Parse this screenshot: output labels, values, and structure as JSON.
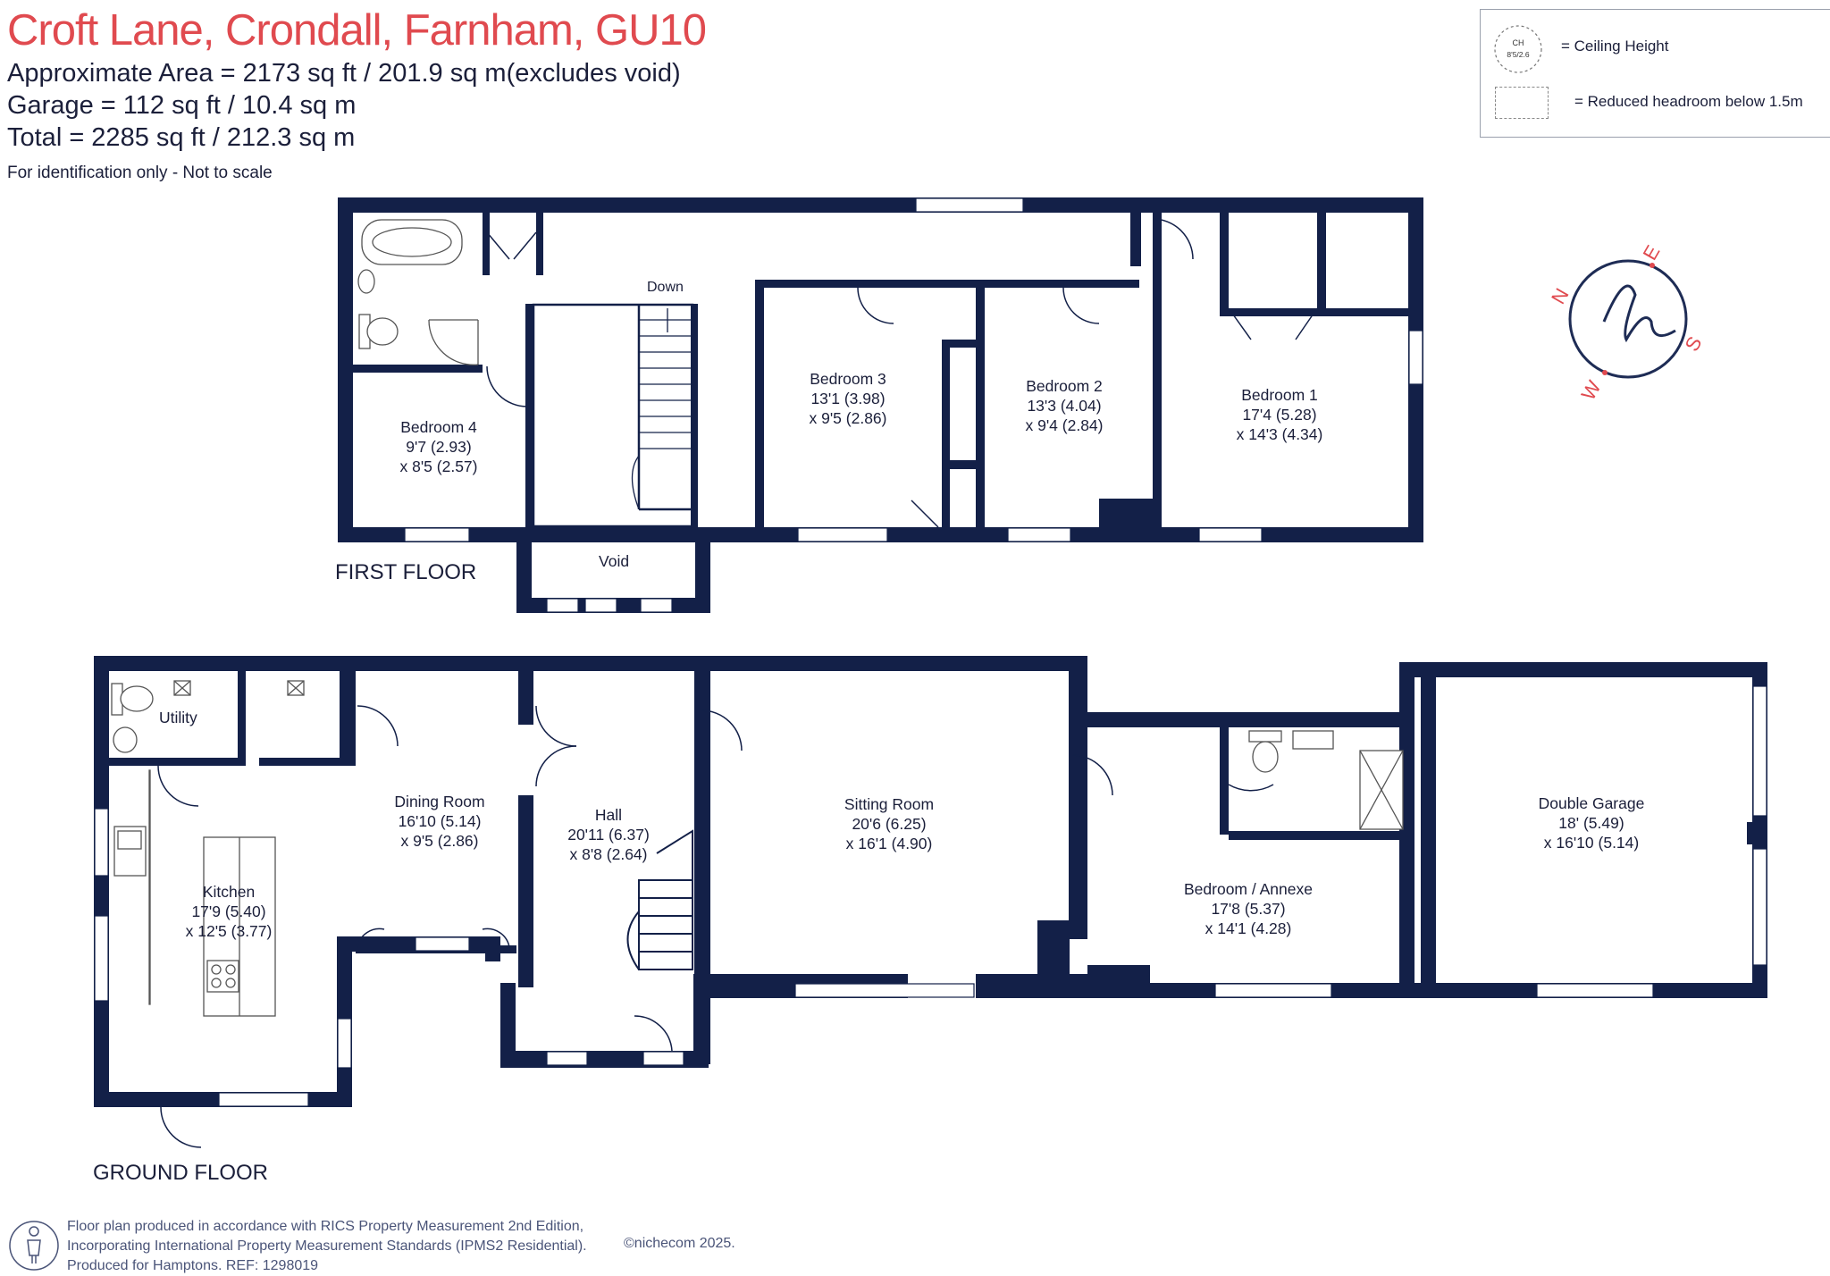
{
  "header": {
    "title": "Croft Lane, Crondall, Farnham, GU10",
    "area_line": "Approximate Area = 2173 sq ft / 201.9  sq m(excludes void)",
    "garage_line": "Garage = 112 sq ft / 10.4  sq m",
    "total_line": "Total = 2285 sq ft / 212.3 sq m",
    "note": "For identification only - Not to scale"
  },
  "legend": {
    "ch_badge_top": "CH",
    "ch_badge_bottom": "8'5/2.6",
    "ceiling_label": "= Ceiling Height",
    "reduced_label": "= Reduced headroom below 1.5m"
  },
  "compass": {
    "n": "N",
    "e": "E",
    "s": "S",
    "w": "W"
  },
  "first_floor": {
    "label": "FIRST FLOOR",
    "stairs_label": "Down",
    "void_label": "Void",
    "rooms": [
      {
        "id": "bedroom4",
        "name": "Bedroom 4",
        "dim1": "9'7 (2.93)",
        "dim2": "x 8'5 (2.57)"
      },
      {
        "id": "bedroom3",
        "name": "Bedroom 3",
        "dim1": "13'1 (3.98)",
        "dim2": "x 9'5 (2.86)"
      },
      {
        "id": "bedroom2",
        "name": "Bedroom 2",
        "dim1": "13'3 (4.04)",
        "dim2": "x 9'4 (2.84)"
      },
      {
        "id": "bedroom1",
        "name": "Bedroom 1",
        "dim1": "17'4 (5.28)",
        "dim2": "x 14'3 (4.34)"
      }
    ]
  },
  "ground_floor": {
    "label": "GROUND FLOOR",
    "utility_label": "Utility",
    "rooms": [
      {
        "id": "kitchen",
        "name": "Kitchen",
        "dim1": "17'9 (5.40)",
        "dim2": "x 12'5 (3.77)"
      },
      {
        "id": "dining",
        "name": "Dining Room",
        "dim1": "16'10 (5.14)",
        "dim2": "x 9'5 (2.86)"
      },
      {
        "id": "hall",
        "name": "Hall",
        "dim1": "20'11 (6.37)",
        "dim2": "x 8'8 (2.64)"
      },
      {
        "id": "sitting",
        "name": "Sitting Room",
        "dim1": "20'6 (6.25)",
        "dim2": "x 16'1 (4.90)"
      },
      {
        "id": "annexe",
        "name": "Bedroom / Annexe",
        "dim1": "17'8 (5.37)",
        "dim2": "x 14'1 (4.28)"
      },
      {
        "id": "garage",
        "name": "Double Garage",
        "dim1": "18' (5.49)",
        "dim2": "x 16'10 (5.14)"
      }
    ]
  },
  "footer": {
    "line1": "Floor plan produced in accordance with RICS Property Measurement 2nd Edition,",
    "line2": "Incorporating International Property Measurement Standards (IPMS2 Residential).",
    "line3": "Produced for Hamptons.  REF:  1298019",
    "copyright": "©nichecom 2025."
  },
  "colors": {
    "wall": "#132048",
    "title": "#e04a4f",
    "text": "#1b1f3a"
  }
}
